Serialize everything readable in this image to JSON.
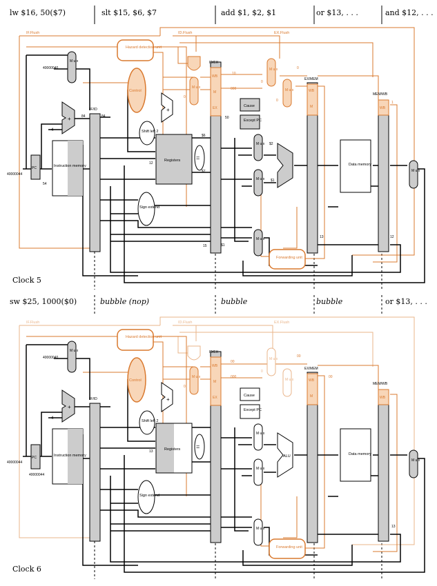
{
  "colors": {
    "orange": "#d9782d",
    "light_orange": "#e9b48a",
    "fill_orange": "#f8d6b8",
    "gray": "#cccccc",
    "line": "#000000",
    "mid_gray": "#777777"
  },
  "panel1": {
    "stages": [
      "lw $16, 50($7)",
      "slt $15, $6, $7",
      "add $1, $2, $1",
      "or $13, . . .",
      "and $12, . . ."
    ],
    "clock": "Clock 5",
    "labels": {
      "if_flush": "IF.Flush",
      "id_flush": "ID.Flush",
      "ex_flush": "EX.Flush",
      "hazard": "Hazard detection unit",
      "control": "Control",
      "registers": "Registers",
      "sign_extend": "Sign extend",
      "shift": "Shift left 2",
      "instruction_memory": "Instruction memory",
      "data_memory": "Data memory",
      "forwarding": "Forwarding unit",
      "cause": "Cause",
      "except_pc": "Except PC",
      "ifid": "IF/ID",
      "idex": "ID/EX",
      "exmem": "EX/MEM",
      "memwb": "MEM/WB",
      "pc": "PC",
      "mux": "M u x",
      "wb": "WB",
      "m": "M",
      "ex": "EX",
      "plus": "+",
      "eq": "=",
      "four": "4",
      "addr_40000040": "40000040",
      "addr_40000044": "40000044",
      "v84a": "84",
      "v84b": "84",
      "v54": "54",
      "v50": "50",
      "v12": "12",
      "v15": "$6",
      "v7": "$7",
      "v2": "$2",
      "v1": "$1",
      "v13": "13",
      "v12b": "12",
      "v15b": "15",
      "v1b": "$1",
      "v10": "10",
      "v000": "000",
      "v0": "0",
      "v1c": "1"
    }
  },
  "panel2": {
    "stages": [
      "sw $25, 1000($0)",
      "bubble (nop)",
      "bubble",
      "bubble",
      "or $13, . . ."
    ],
    "clock": "Clock 6",
    "labels": {
      "if_flush": "IF.Flush",
      "id_flush": "ID.Flush",
      "ex_flush": "EX.Flush",
      "hazard": "Hazard detection unit",
      "control": "Control",
      "registers": "Registers",
      "sign_extend": "Sign extend",
      "shift": "Shift left 2",
      "instruction_memory": "Instruction memory",
      "data_memory": "Data memory",
      "forwarding": "Forwarding unit",
      "cause": "Cause",
      "except_pc": "Except PC",
      "ifid": "IF/ID",
      "idex": "ID/EX",
      "exmem": "EX/MEM",
      "memwb": "MEM/WB",
      "pc": "PC",
      "mux": "M u x",
      "wb": "WB",
      "m": "M",
      "ex": "EX",
      "alu": "ALU",
      "plus": "+",
      "eq": "=",
      "four": "4",
      "addr_40000040": "40000040",
      "addr_40000044": "40000044",
      "addr_40000044b": "40000044",
      "v13": "13",
      "v13b": "13",
      "v00": "00",
      "v000": "000",
      "v00b": "00",
      "v00c": "00",
      "v0": "0",
      "v0b": "0"
    }
  }
}
